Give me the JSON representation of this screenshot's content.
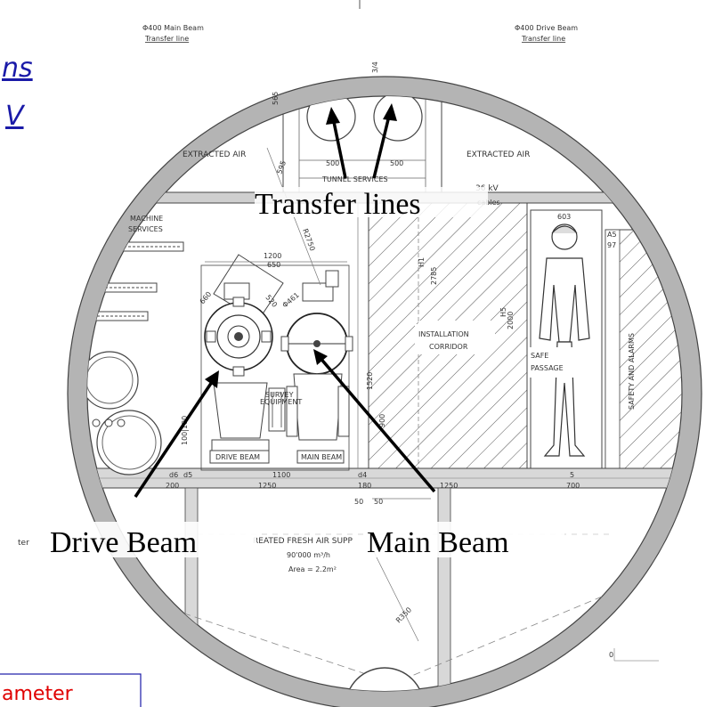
{
  "diagram": {
    "top_left_beam": "Φ400 Main Beam",
    "top_left_sub": "Transfer line",
    "top_right_beam": "Φ400 Drive Beam",
    "top_right_sub": "Transfer line",
    "extracted_air_left": "EXTRACTED AIR",
    "extracted_air_right": "EXTRACTED AIR",
    "tunnel_services": "TUNNEL SERVICES",
    "kv": "36 kV",
    "cables": "cables",
    "machine_services_1": "MACHINE",
    "machine_services_2": "SERVICES",
    "installation_1": "INSTALLATION",
    "installation_2": "CORRIDOR",
    "safe_1": "SAFE",
    "safe_2": "PASSAGE",
    "safety_alarms": "SAFETY AND ALARMS",
    "survey_1": "SURVEY",
    "survey_2": "EQUIPMENT",
    "drive_beam_box": "DRIVE BEAM",
    "main_beam_box": "MAIN BEAM",
    "fresh_air": "REATED FRESH AIR SUPP",
    "flow": "90'000 m³/h",
    "area": "Area = 2.2m²",
    "dim_565": "565",
    "dim_595": "595",
    "dim_500a": "500",
    "dim_500b": "500",
    "dim_1200": "1200",
    "dim_650": "650",
    "dim_r2750": "R2750",
    "dim_660": "660",
    "dim_520": "520",
    "dim_p461": "Φ461",
    "dim_1520": "1520",
    "dim_900": "900",
    "dim_h1": "H1",
    "dim_2785": "2785",
    "dim_h5": "H5",
    "dim_2000": "2000",
    "dim_603": "603",
    "dim_a5": "A5",
    "dim_97": "97",
    "dim_d6": "d6",
    "dim_d5": "d5",
    "dim_d4": "d4",
    "dim_200": "200",
    "dim_180": "180",
    "dim_1100": "1100",
    "dim_1250a": "1250",
    "dim_1250b": "1250",
    "dim_50a": "50",
    "dim_50b": "50",
    "dim_5": "5",
    "dim_700": "700",
    "dim_100100": "100|100",
    "dim_r350": "R350",
    "dim_fr": "3/4",
    "left_edge": "ter",
    "zero": "0"
  },
  "annotations": {
    "transfer_lines": "Transfer lines",
    "drive_beam": "Drive Beam",
    "main_beam": "Main Beam"
  },
  "fragments": {
    "link_top": "ns",
    "link_bottom": "V",
    "bottom_note": "ameter"
  }
}
